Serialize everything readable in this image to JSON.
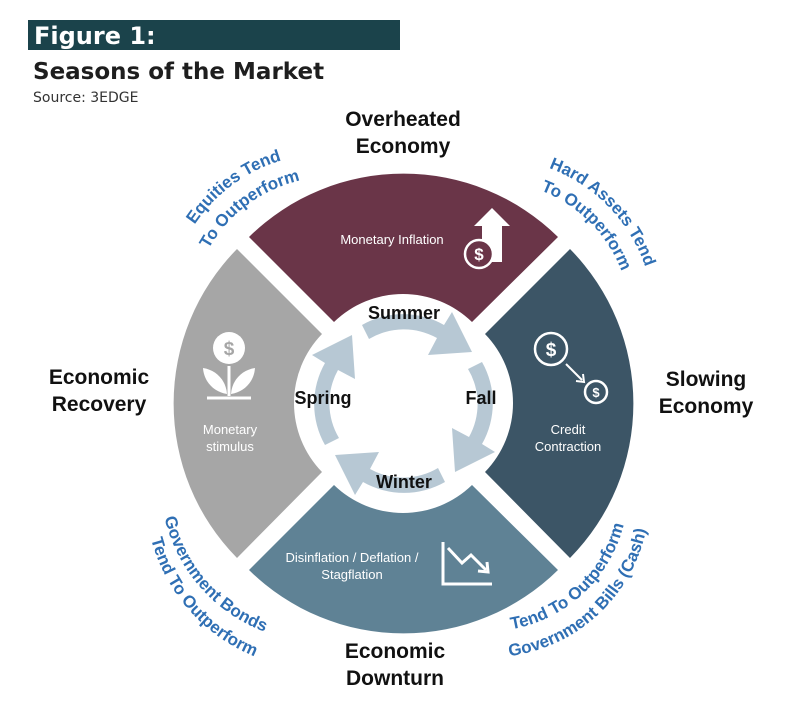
{
  "header": {
    "figure_label": "Figure 1:",
    "title": "Seasons of the Market",
    "source": "Source: 3EDGE"
  },
  "colors": {
    "banner": "#1b434b",
    "summer_quadrant": "#6a3548",
    "fall_quadrant": "#3c5566",
    "winter_quadrant": "#5f8295",
    "spring_quadrant": "#a6a6a6",
    "arrows": "#b7c8d4",
    "side_labels": "#2f6fb4"
  },
  "outer_labels": {
    "top": [
      "Overheated",
      "Economy"
    ],
    "right": [
      "Slowing",
      "Economy"
    ],
    "bottom": [
      "Economic",
      "Downturn"
    ],
    "left": [
      "Economic",
      "Recovery"
    ]
  },
  "seasons": {
    "summer": "Summer",
    "fall": "Fall",
    "winter": "Winter",
    "spring": "Spring"
  },
  "quadrants": {
    "summer": {
      "caption": [
        "Monetary Inflation"
      ],
      "icon": "dollar-up-arrow-icon"
    },
    "fall": {
      "caption": [
        "Credit",
        "Contraction"
      ],
      "icon": "dollar-shrink-icon"
    },
    "winter": {
      "caption": [
        "Disinflation / Deflation /",
        "Stagflation"
      ],
      "icon": "down-trend-chart-icon"
    },
    "spring": {
      "caption": [
        "Monetary",
        "stimulus"
      ],
      "icon": "dollar-plant-icon"
    }
  },
  "outperform_labels": {
    "top_left": [
      "Equities Tend",
      "To Outperform"
    ],
    "top_right": [
      "Hard Assets Tend",
      "To Outperform"
    ],
    "bottom_left": [
      "Government Bonds",
      "Tend To Outperform"
    ],
    "bottom_right": [
      "Government Bills (Cash)",
      "Tend To Outperform"
    ]
  }
}
